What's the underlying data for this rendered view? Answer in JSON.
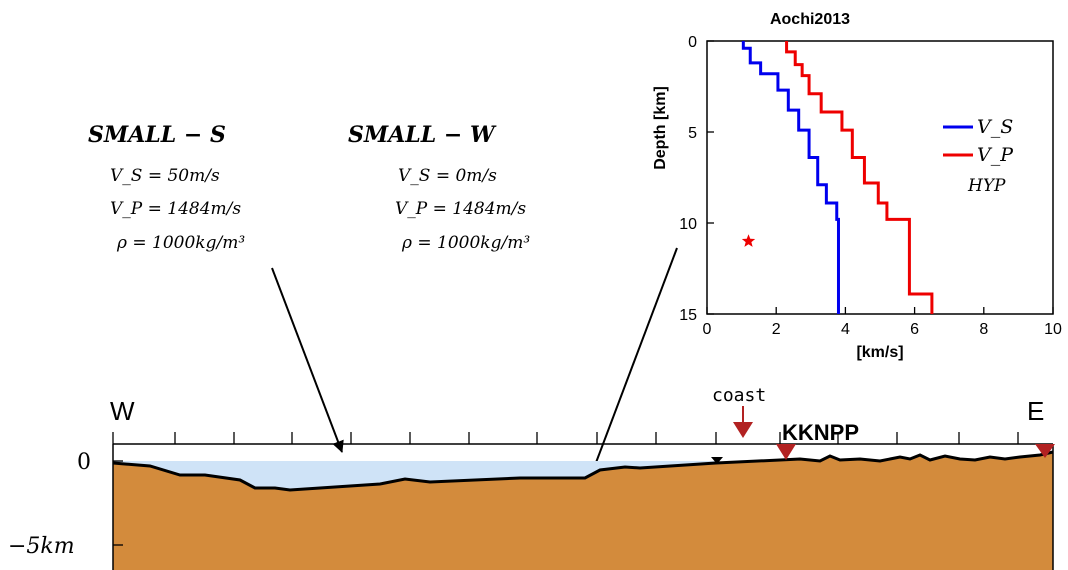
{
  "model_labels": {
    "small_s": {
      "title": "SMALL − S",
      "vs": "V_S = 50m/s",
      "vp": "V_P = 1484m/s",
      "rho": "ρ = 1000kg/m³"
    },
    "small_w": {
      "title": "SMALL − W",
      "vs": "V_S = 0m/s",
      "vp": "V_P = 1484m/s",
      "rho": "ρ = 1000kg/m³"
    }
  },
  "cross_section": {
    "west_label": "W",
    "east_label": "E",
    "coast_label": "coast",
    "site_label": "KKNPP",
    "depth_labels": [
      "0",
      "−5km"
    ],
    "colors": {
      "water": "#cfe3f7",
      "crust": "#d38b3c",
      "coast_marker": "#b22222"
    }
  },
  "chart_data": {
    "type": "line",
    "title": "Aochi2013",
    "xlabel": "[km/s]",
    "ylabel": "Depth [km]",
    "xlim": [
      0,
      10
    ],
    "ylim": [
      15,
      0
    ],
    "x_ticks": [
      "0",
      "2",
      "4",
      "6",
      "8",
      "10"
    ],
    "y_ticks": [
      "0",
      "5",
      "10",
      "15"
    ],
    "series": [
      {
        "name": "V_S",
        "color": "#0000ee",
        "points": [
          [
            1.05,
            0
          ],
          [
            1.05,
            0.4
          ],
          [
            1.25,
            0.4
          ],
          [
            1.25,
            1.2
          ],
          [
            1.55,
            1.2
          ],
          [
            1.55,
            1.8
          ],
          [
            2.05,
            1.8
          ],
          [
            2.05,
            2.7
          ],
          [
            2.35,
            2.7
          ],
          [
            2.35,
            3.8
          ],
          [
            2.65,
            3.8
          ],
          [
            2.65,
            4.9
          ],
          [
            2.95,
            4.9
          ],
          [
            2.95,
            6.4
          ],
          [
            3.2,
            6.4
          ],
          [
            3.2,
            7.9
          ],
          [
            3.45,
            7.9
          ],
          [
            3.45,
            8.9
          ],
          [
            3.75,
            8.9
          ],
          [
            3.75,
            9.8
          ],
          [
            3.8,
            9.8
          ],
          [
            3.8,
            15
          ]
        ]
      },
      {
        "name": "V_P",
        "color": "#ee0000",
        "points": [
          [
            2.3,
            0
          ],
          [
            2.3,
            0.6
          ],
          [
            2.55,
            0.6
          ],
          [
            2.55,
            1.3
          ],
          [
            2.75,
            1.3
          ],
          [
            2.75,
            1.9
          ],
          [
            2.95,
            1.9
          ],
          [
            2.95,
            2.9
          ],
          [
            3.3,
            2.9
          ],
          [
            3.3,
            3.9
          ],
          [
            3.9,
            3.9
          ],
          [
            3.9,
            4.9
          ],
          [
            4.2,
            4.9
          ],
          [
            4.2,
            6.4
          ],
          [
            4.55,
            6.4
          ],
          [
            4.55,
            7.8
          ],
          [
            4.95,
            7.8
          ],
          [
            4.95,
            8.9
          ],
          [
            5.2,
            8.9
          ],
          [
            5.2,
            9.8
          ],
          [
            5.85,
            9.8
          ],
          [
            5.85,
            13.9
          ],
          [
            6.5,
            13.9
          ],
          [
            6.5,
            15
          ]
        ]
      }
    ],
    "hypocenter": {
      "name": "HYP",
      "x": 1.2,
      "y": 11.0,
      "color": "#ee0000"
    },
    "legend_position": "right",
    "grid": false
  }
}
